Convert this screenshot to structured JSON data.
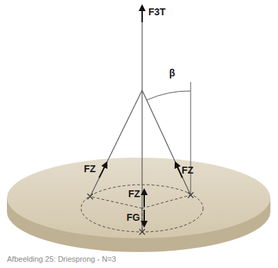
{
  "diagram": {
    "caption": "Afbeelding 25: Driesprong - N=3",
    "labels": [
      "F3T",
      "FZ",
      "FZ",
      "FZ",
      "FG",
      "β"
    ]
  }
}
